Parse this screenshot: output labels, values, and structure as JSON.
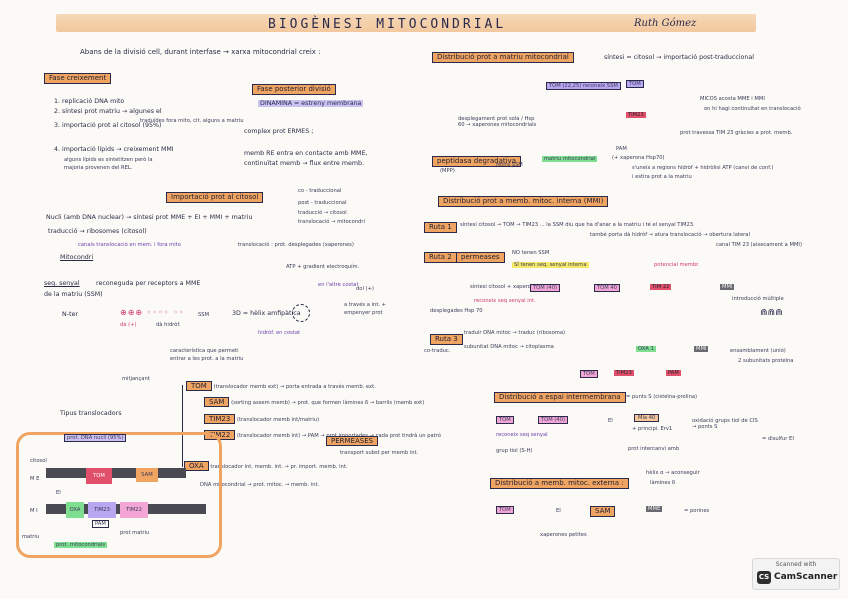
{
  "header": {
    "title": "BIOGÈNESI MITOCONDRIAL",
    "author": "Ruth Gómez"
  },
  "intro": "Abans de la divisió cell, durant interfase → xarxa mitocondrial creix :",
  "fase_creixement": {
    "heading": "Fase creixement",
    "items": [
      "1. replicació DNA mito",
      "2. síntesi prot matriu → algunes el",
      "3. importació prot al citosol (95%)",
      "traduïdes fora mito, cit. alguns a matriu",
      "4. importació lípids → creixement MMI",
      "alguns lípids es sintetitzen però la",
      "majoria provenen del REL."
    ]
  },
  "fase_posterior": {
    "heading": "Fase posterior divisió",
    "dinamina": "DINAMINA = estreny membrana",
    "lines": [
      "complex prot ERMES ;",
      "memb RE entra en contacte amb MME,",
      "continuïtat memb → flux entre memb."
    ]
  },
  "importacio": {
    "heading": "Importació prot al citosol",
    "co": "co - traduccional",
    "post": "post - traduccional",
    "sub": "traducció → citosol",
    "sub2": "translocació → mitocondri"
  },
  "nucli": {
    "line1": "Nucli (amb DNA nuclear) → síntesi prot MME + EI + MMI + matriu",
    "line2": "traducció → ribosomes (citosol)",
    "line3": "canals translocació en mem. i fora mito",
    "line3b": "translocació : prot. desplegades (xaperones)",
    "line4": "Mitocondri",
    "atp": "ATP + gradient electroquím."
  },
  "seq_senyal": {
    "label": "seq. senyal",
    "text": "reconeguda per receptors a MME",
    "text2": "de la matriu (SSM)",
    "nter": "N-ter",
    "helix": "3D = hèlix amfipàtica",
    "helix_note": "hidròf. en costat",
    "da": "dà (+)",
    "hidrof": "dà hidròf.",
    "ssm": "SSM",
    "caract": "característica que permeti",
    "caract2": "entrar a les prot. a la matriu",
    "en_costat": "en l'altre costat",
    "dolç": "dol (+)",
    "a_traves": "a través a int. +",
    "empenyer": "empenyer prot"
  },
  "tipus": {
    "label": "Tipus translocadors",
    "mitjancant": "mitjançant",
    "rows": [
      {
        "name": "TOM",
        "desc": "(translocador memb ext) → porta entrada a través memb. ext."
      },
      {
        "name": "SAM",
        "desc": "(sorting assem memb) → prot. que formen làmines ß → barrils (memb ext)"
      },
      {
        "name": "TIM23",
        "desc": "(translocador memb int/matriu)"
      },
      {
        "name": "TIM22",
        "desc": "(translocador memb int) → PAM → prot importades → cada prot tindrà un patró"
      },
      {
        "name": "OXA",
        "desc": "translocador int. memb. int. → pr. import. memb. int."
      }
    ],
    "permeases": "PERMEASES",
    "transport": "transport subst per memb int.",
    "dna": "DNA mitocondrial → prot. mitoc. → memb. int."
  },
  "diagram": {
    "prot_dna": "prot. DNA nucli (95%)",
    "citosol": "citosol",
    "me": "M E",
    "ei": "EI",
    "mi": "M I",
    "tom": "TOM",
    "sam": "SAM",
    "tim23": "TIM23",
    "tim22": "TIM22",
    "pam": "PAM",
    "oxa": "OXA",
    "matriu": "matriu",
    "prot_mito": "prot. mitocondrials",
    "prot_matriu": "prot matriu"
  },
  "matriu_section": {
    "heading": "Distribució prot a matriu mitocondrial",
    "sintesi": "síntesi = citosol → importació post-traduccional",
    "tom_note": "TOM (22,25) reconeix SSM",
    "tom_label": "TOM",
    "micos": "MICOS acosta MME i MMI",
    "micos2": "on hi hagi continuïtat en translocació",
    "tim23": "TIM23",
    "travessa": "prot travessa TIM 23 gràcies a prot. memb.",
    "pam": "PAM",
    "pam2": "(+ xaperona Hsp70)",
    "pam3": "s'uneix a regions hidròf + hidròlisi ATP (canvi de conf.)",
    "pam4": "i estira prot a la matriu",
    "desplegament": "desplegament prot sola / Hsp 60 → xaperones mitocondrials",
    "peptidasa": "peptidasa degradativa",
    "retira_ssm": "retira SSM",
    "matriu_mito": "matriu mitocondrial",
    "mpp": "(MPP)"
  },
  "memb_int_section": {
    "heading": "Distribució prot a memb. mitoc. interna (MMI)",
    "ruta1": "Ruta 1",
    "ruta1_text": "síntesi citosol → TOM → TIM23 ... la SSM diu que ha d'anar a la matriu i té el senyal TIM23.",
    "ruta1_b": "també porta dà hidròf → atura translocació → obertura lateral",
    "ruta1_c": "canal TIM 23 (aixecament a MMI)",
    "ruta2": "Ruta 2",
    "ruta2_text": "permeases",
    "ruta2_a": "NO tenen SSM",
    "ruta2_b": "SÍ tenen seq. senyal interna",
    "potencial": "potencial membr.",
    "sintesi_citosol": "síntesi citosol + xaperones",
    "tom_hsp": "TOM (40)",
    "reconeix": "reconeix seq senyal int.",
    "desplegades": "desplegades Hsp 70",
    "tom40": "TOM 40",
    "tim22": "TIM 22",
    "mmi": "MMI",
    "introduccio": "introducció múltiple",
    "ruta3": "Ruta 3",
    "ruta3_text": "co-traduc.",
    "ruta3_a": "traduir DNA mitoc → traduc (ribosoma)",
    "ruta3_b": "subunitat DNA mitoc → citoplasma",
    "oxa1": "OXA 1",
    "ensamblatge": "ensamblament (unió)",
    "subunitats": "2 subunitats proteïna"
  },
  "espai_section": {
    "heading": "Distribució a espai intermembrana",
    "note": "= punts S (cisteïna-prolina)",
    "tom": "TOM",
    "tom40": "TOM (40)",
    "ei": "EI",
    "mia40": "Mia 40",
    "principi": "+ principi. Erv1",
    "oxidacio": "oxidació grups tiol de CIS → ponts S",
    "disulfur": "= disulfur EI",
    "reconeix": "reconeix seq senyal",
    "grup": "grup tiol (S-H)",
    "prot_int": "prot intercanvi amb"
  },
  "memb_ext_section": {
    "heading": "Distribució a memb. mitoc. externa :",
    "helix": "hèlix α → aconseguir",
    "lamines": "làmines ß",
    "tom": "TOM",
    "ei": "EI",
    "sam": "SAM",
    "mme": "MME",
    "porines": "= porines",
    "xaperones": "xaperones petites"
  },
  "scanner": {
    "top": "Scanned with",
    "logo": "CS",
    "name": "CamScanner"
  }
}
